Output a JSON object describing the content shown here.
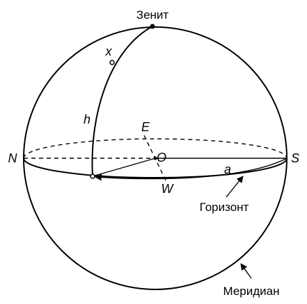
{
  "labels": {
    "zenith": "Зенит",
    "star": "x",
    "altitude": "h",
    "east": "E",
    "north": "N",
    "center": "O",
    "south": "S",
    "azimuth": "a",
    "west": "W",
    "horizon": "Горизонт",
    "meridian": "Меридиан"
  }
}
